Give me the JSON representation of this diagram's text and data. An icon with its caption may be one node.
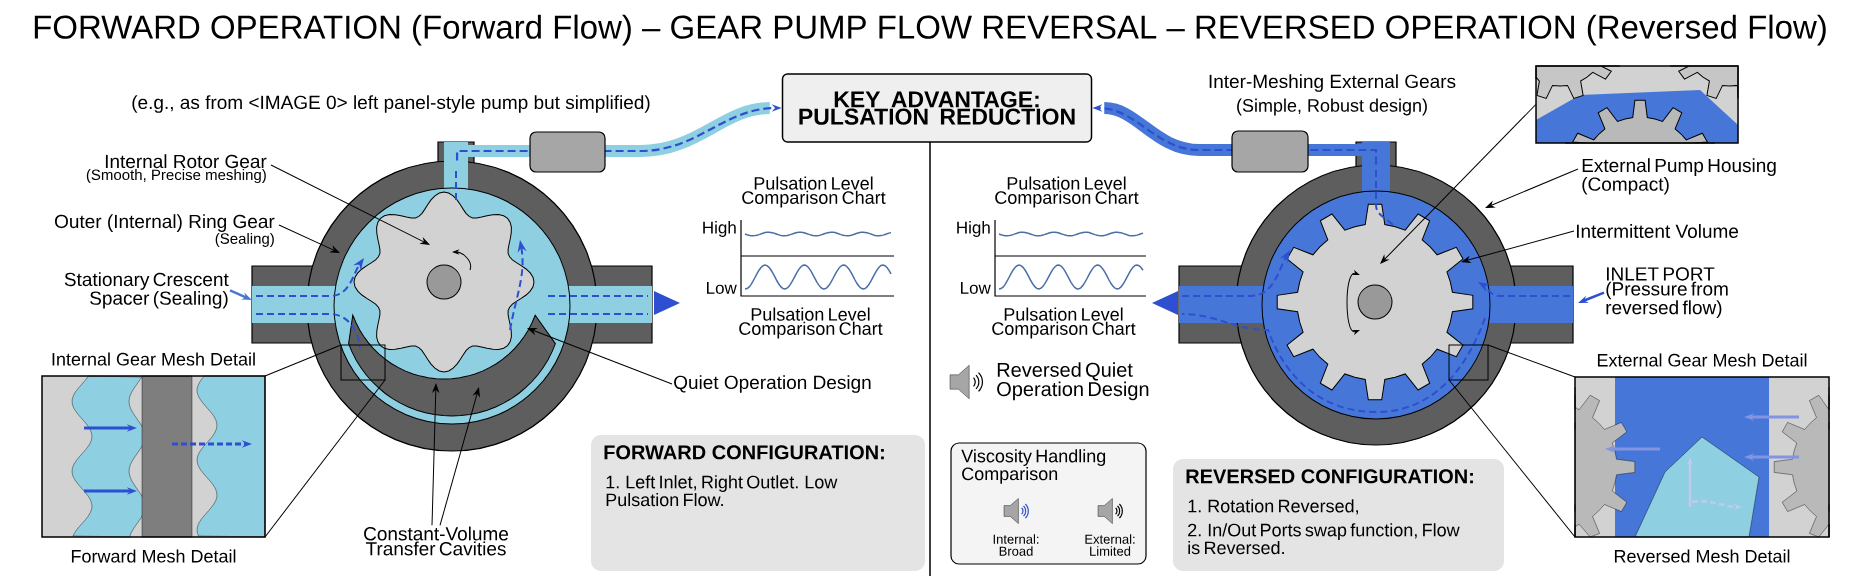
{
  "diagram": {
    "title": "FORWARD OPERATION (Forward Flow) – GEAR PUMP FLOW REVERSAL – REVERSED OPERATION (Reversed Flow)",
    "nodes": [
      {
        "text": [
          "KEY ADVANTAGE: PULSATION REDUCTION"
        ]
      },
      {
        "text": [],
        "shape": "picture"
      },
      {
        "text": [],
        "shape": "picture"
      },
      {
        "text": [
          "Internal Rotor Gear",
          "(Smooth, Precise meshing)"
        ]
      },
      {
        "text": [
          "Outer (Internal) Ring Gear",
          "(Sealing)"
        ]
      },
      {
        "text": [
          "Stationary Crescent Spacer (Sealing)"
        ]
      },
      {
        "text": [
          "Quiet Operation Design"
        ]
      },
      {
        "text": [
          "Constant-Volume Transfer Cavities"
        ]
      },
      {
        "text": [
          "Internal Gear Mesh Detail"
        ],
        "beside": [
          "Forward Mesh Detail"
        ]
      },
      {
        "text": [],
        "shape": "picture"
      },
      {
        "text": [
          "External Pump Housing (Compact)"
        ]
      },
      {
        "text": [
          "Intermittent Volume"
        ]
      },
      {
        "text": [
          "INLET PORT",
          "(Pressure from reversed flow)"
        ]
      },
      {
        "text": [
          "External Gear Mesh Detail"
        ],
        "beside": [
          "Reversed Mesh Detail"
        ]
      },
      {
        "text": [
          "FORWARD CONFIGURATION:",
          "1. Left Inlet, Right Outlet. Low Pulsation Flow."
        ]
      },
      {
        "text": [
          "Viscosity Handling Comparison",
          "Internal: Broad",
          "External: Limited"
        ]
      },
      {
        "text": [
          "REVERSED CONFIGURATION:",
          "1. Rotation Reversed,",
          "2. In/Out Ports swap function, Flow is Reversed."
        ]
      }
    ],
    "edges": [
      {
        "from": 1,
        "to": 0,
        "arrow": "to",
        "style": "dashed",
        "color": "#2e4fd0"
      },
      {
        "from": 2,
        "to": 0,
        "arrow": "to",
        "style": "dashed",
        "color": "#2e4fd0"
      },
      {
        "from": 3,
        "to": 1,
        "arrow": "to"
      },
      {
        "from": 4,
        "to": 1,
        "arrow": "to"
      },
      {
        "from": 5,
        "to": 1,
        "arrow": "to",
        "color": "#4a78d0"
      },
      {
        "from": 6,
        "to": 1,
        "arrow": "to"
      },
      {
        "from": 7,
        "to": 1,
        "arrow": "to"
      },
      {
        "from": 7,
        "to": 1,
        "arrow": "to"
      },
      {
        "from": 9,
        "to": 2,
        "arrow": "to"
      },
      {
        "from": 10,
        "to": 2,
        "arrow": "to"
      },
      {
        "from": 11,
        "to": 2,
        "arrow": "to"
      },
      {
        "from": 12,
        "to": 2,
        "arrow": "to",
        "color": "#2e4fd0"
      }
    ],
    "labels": [
      "(e.g., as from <IMAGE 0> left panel-style pump but simplified)",
      "Pulsation Level Comparison Chart",
      "High",
      "Low",
      "Pulsation Level Comparison Chart",
      "Inter-Meshing External Gears",
      "(Simple, Robust design)",
      "Pulsation Level Comparison Chart",
      "High",
      "Low",
      "Pulsation Level Comparison Chart",
      "Reversed Quiet Operation Design"
    ]
  }
}
